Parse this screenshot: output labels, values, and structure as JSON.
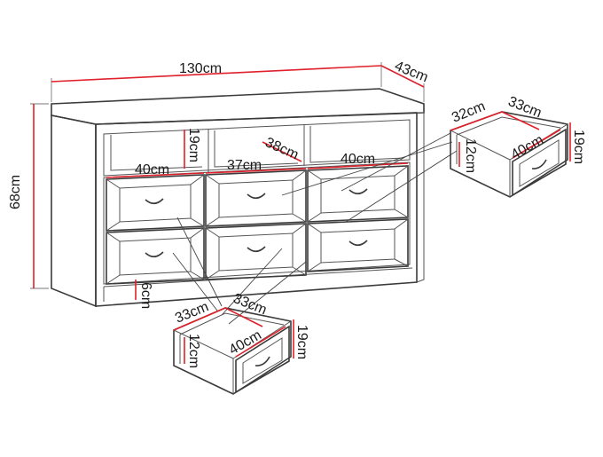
{
  "dimensions": {
    "width": "130cm",
    "depth": "43cm",
    "height": "68cm",
    "plinth": "6cm",
    "shelf_height": "19cm",
    "shelf_depth": "38cm",
    "left_drawer_width": "40cm",
    "middle_drawer_width": "37cm",
    "right_drawer_width": "40cm"
  },
  "drawer_right": {
    "depth": "32cm",
    "inner_depth": "33cm",
    "inner_height": "12cm",
    "inner_width": "40cm",
    "front_height": "19cm"
  },
  "drawer_bottom": {
    "depth": "33cm",
    "inner_depth": "33cm",
    "inner_height": "12cm",
    "inner_width": "40cm",
    "front_height": "19cm"
  },
  "colors": {
    "dimension_line": "#e0202a",
    "outline": "#3b3b3b"
  }
}
